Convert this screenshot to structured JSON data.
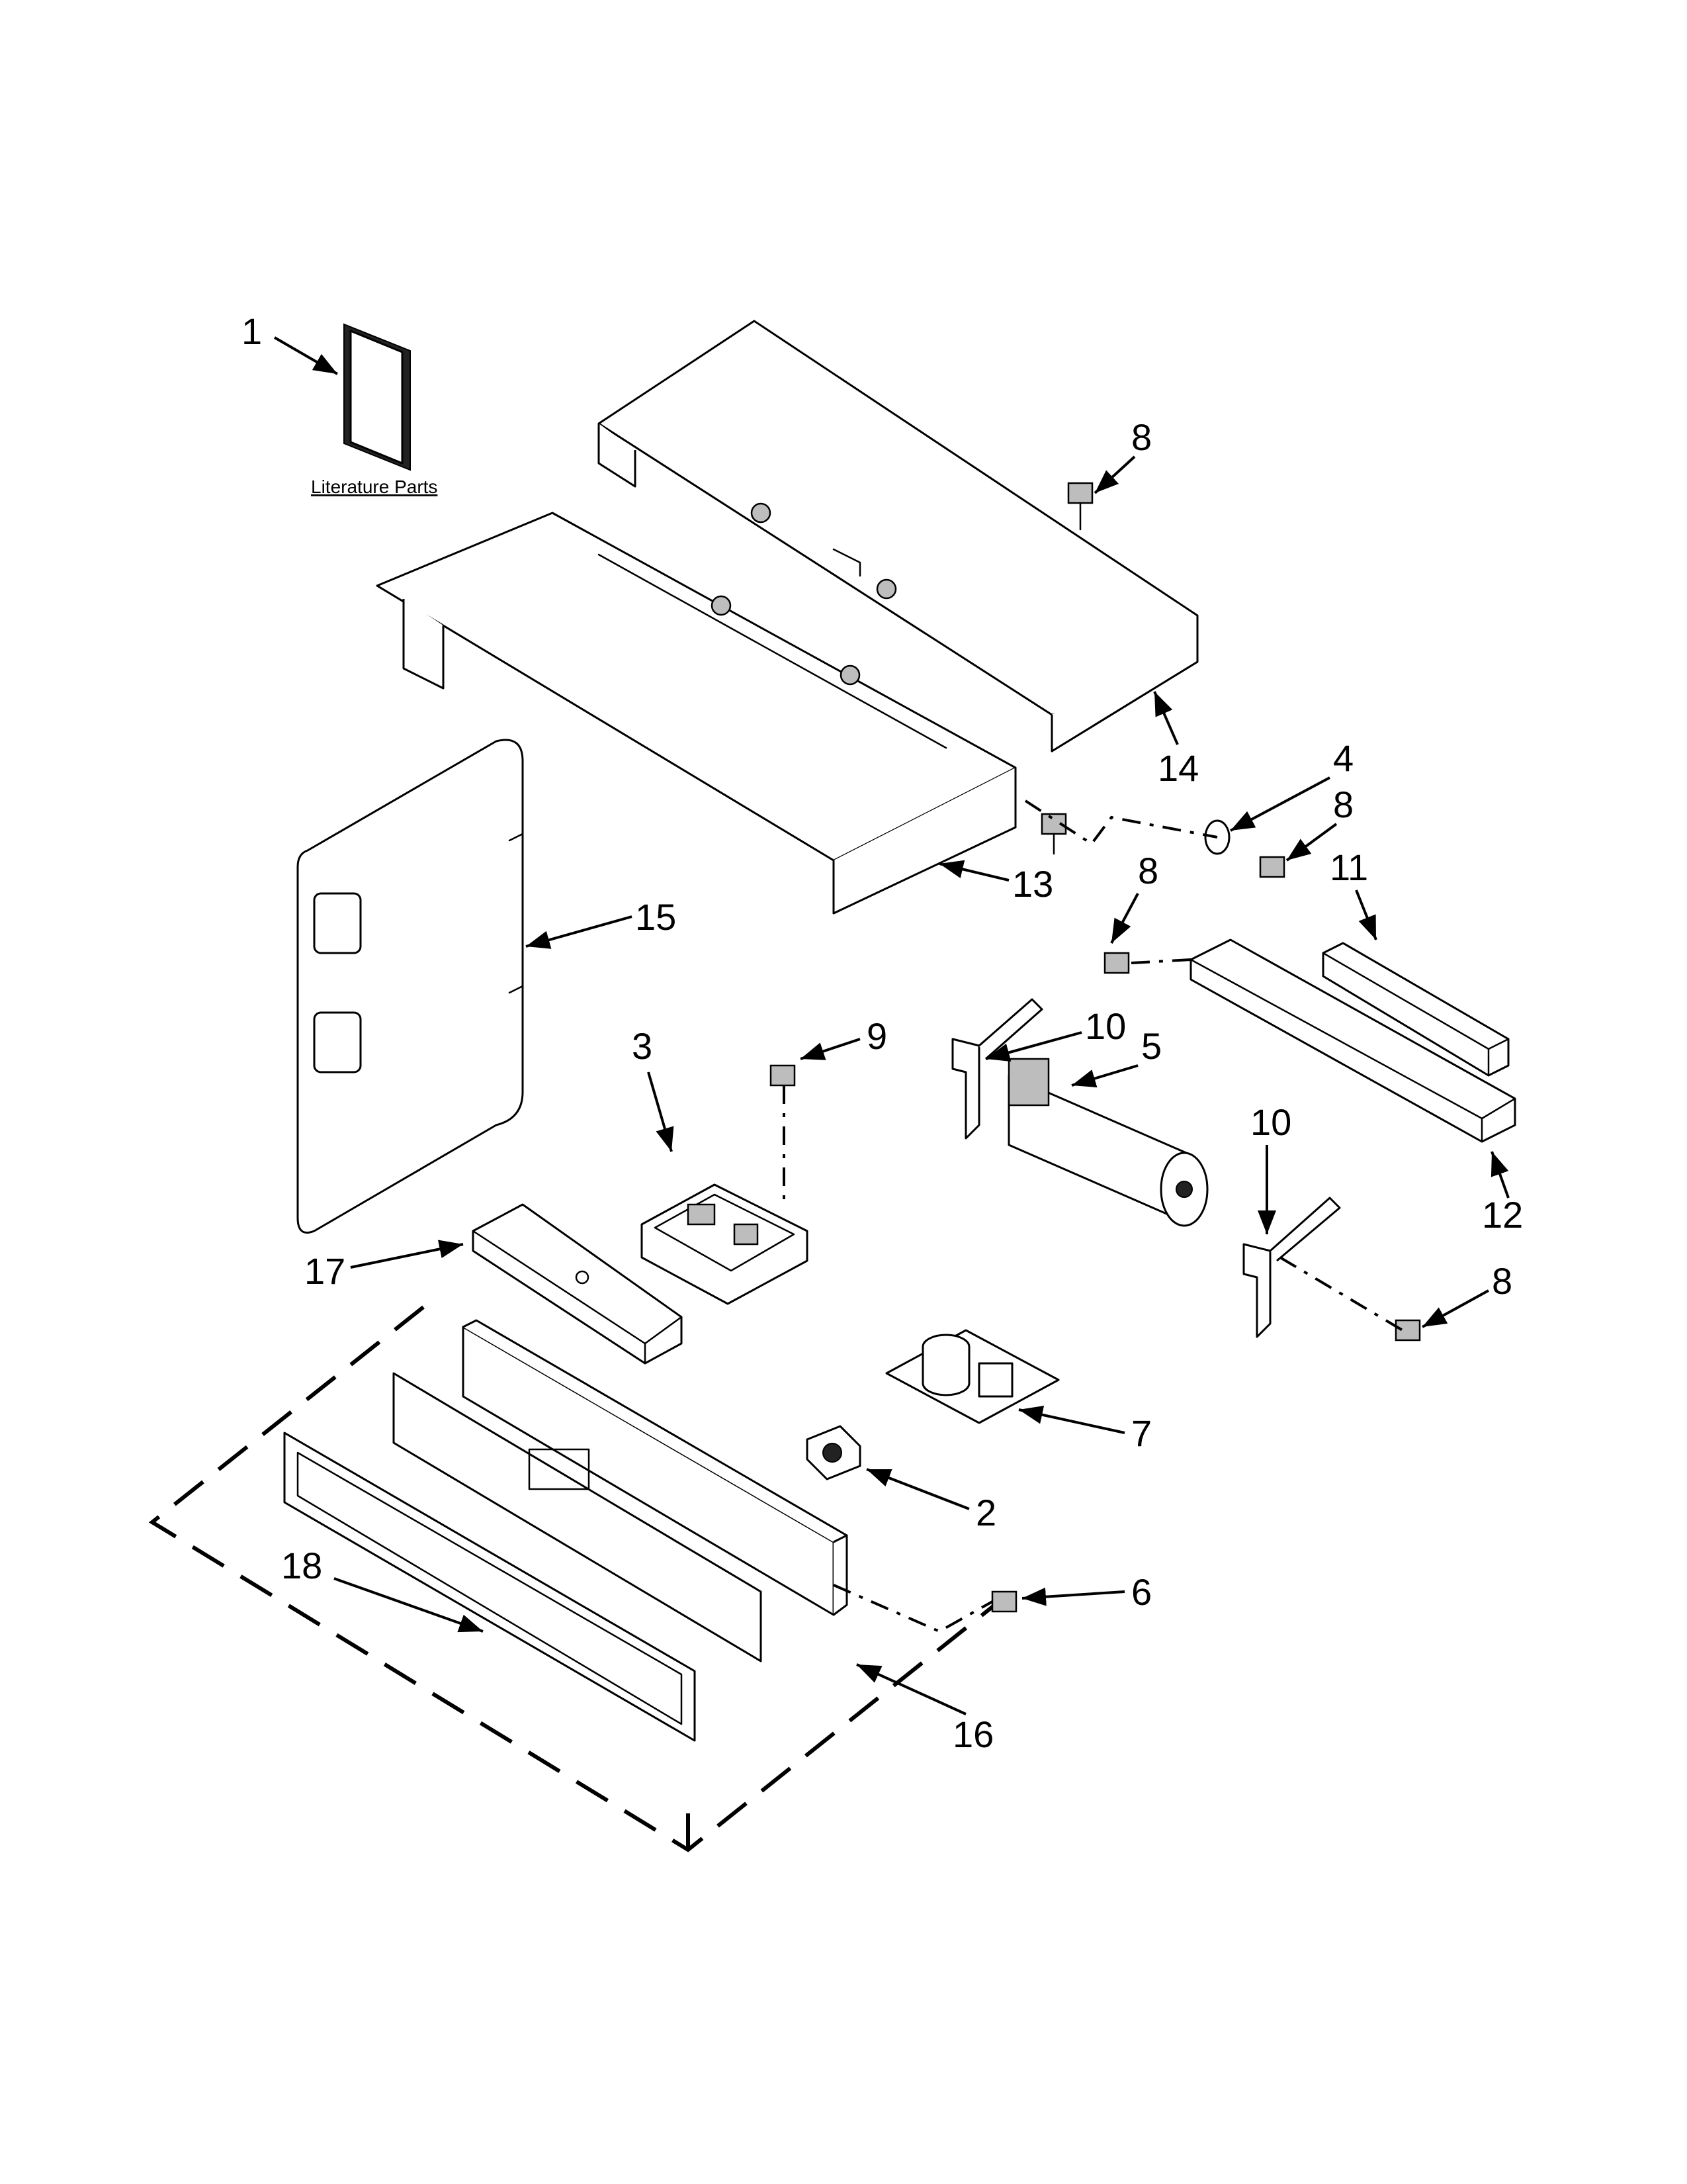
{
  "literature_label": "Literature Parts",
  "callouts": [
    "1",
    "8",
    "14",
    "4",
    "8",
    "11",
    "8",
    "13",
    "15",
    "3",
    "9",
    "10",
    "5",
    "10",
    "12",
    "8",
    "17",
    "7",
    "2",
    "6",
    "18",
    "16"
  ]
}
